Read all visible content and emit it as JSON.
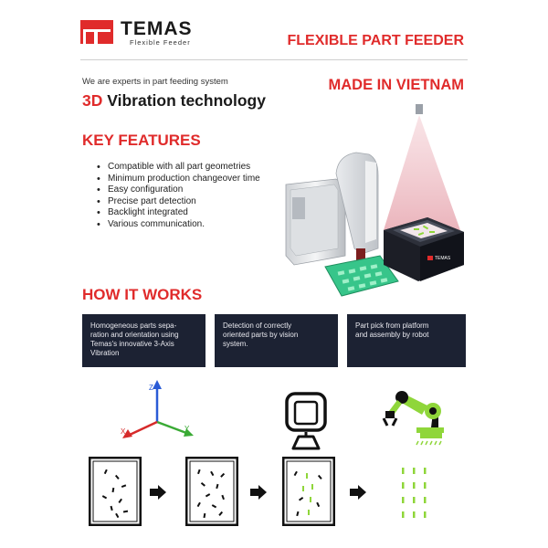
{
  "brand": {
    "name": "TEMAS",
    "tagline": "Flexible Feeder",
    "color": "#e02b2b"
  },
  "header": {
    "title": "FLEXIBLE PART FEEDER"
  },
  "intro": {
    "text": "We are experts in part feeding system",
    "tech_accent": "3D",
    "tech_rest": " Vibration technology",
    "made_in": "MADE IN VIETNAM"
  },
  "key_features": {
    "title": "KEY FEATURES",
    "items": [
      "Compatible  with all part geometries",
      "Minimum  production changeover time",
      "Easy configuration",
      "Precise part detection",
      "Backlight  integrated",
      "Various communication."
    ]
  },
  "how_it_works": {
    "title": "HOW IT WORKS",
    "steps": [
      "Homogeneous parts sepa-\nration and orientation using\nTemas's innovative 3-Axis\nVibration",
      "Detection of correctly\noriented parts by vision\nsystem.",
      "Part pick from platform\nand assembly by robot"
    ]
  },
  "axes": {
    "x": "X",
    "y": "Y",
    "z": "Z"
  },
  "illustration": {
    "feeder_label": "TEMAS"
  },
  "icons": {
    "logo": "temas-logo-icon",
    "axes": "3-axis-icon",
    "camera": "camera-icon",
    "robot": "robot-arm-icon",
    "arrow": "arrow-right-icon"
  },
  "colors": {
    "accent_red": "#e02b2b",
    "dark_box": "#1c2233",
    "green_part": "#8fd63a",
    "axis_x": "#d62a2a",
    "axis_y": "#3aaa35",
    "axis_z": "#2a5bd6"
  }
}
